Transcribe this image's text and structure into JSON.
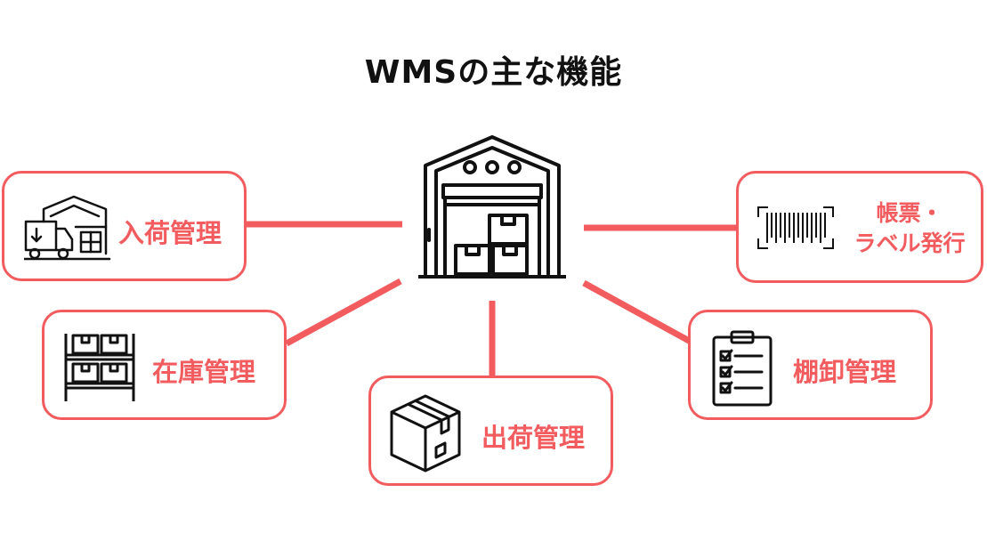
{
  "title": "WMSの主な機能",
  "colors": {
    "accent": "#f25c5f",
    "icon": "#111111"
  },
  "hub": {
    "icon": "warehouse-icon"
  },
  "functions": [
    {
      "label": "入荷管理",
      "icon": "delivery-truck-warehouse-icon"
    },
    {
      "label": "在庫管理",
      "icon": "storage-shelf-icon"
    },
    {
      "label": "出荷管理",
      "icon": "cardboard-box-icon"
    },
    {
      "label": "棚卸管理",
      "icon": "clipboard-checklist-icon"
    },
    {
      "label_line1": "帳票・",
      "label_line2": "ラベル発行",
      "icon": "barcode-icon"
    }
  ]
}
